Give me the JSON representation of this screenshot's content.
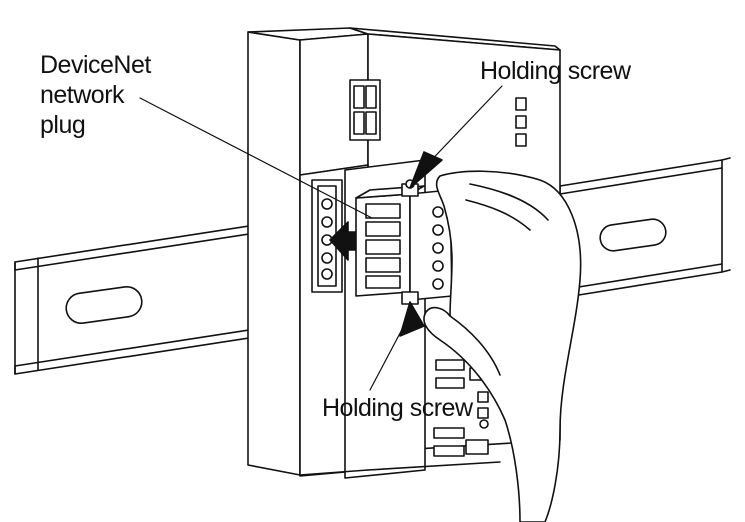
{
  "labels": {
    "plug": [
      "DeviceNet",
      "network",
      "plug"
    ],
    "holding_screw_top": "Holding screw",
    "holding_screw_bottom": "Holding screw"
  },
  "colors": {
    "line": "#111111",
    "fill": "#ffffff",
    "shade": "#dcdcdc"
  }
}
